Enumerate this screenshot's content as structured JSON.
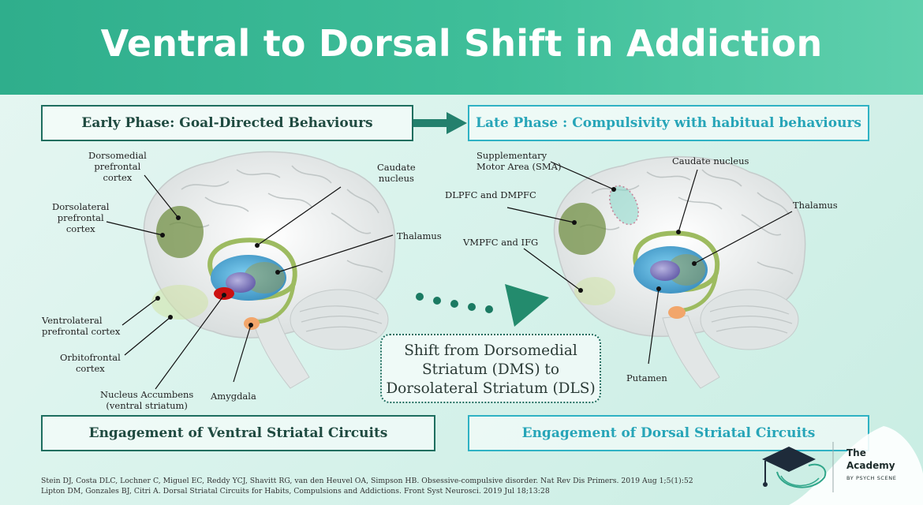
{
  "title": "Ventral to Dorsal Shift in Addiction",
  "early_phase": "Early Phase: Goal-Directed Behaviours",
  "late_phase": "Late Phase : Compulsivity with habitual behaviours",
  "shift_text": [
    "Shift from Dorsomedial",
    "Striatum (DMS) to",
    "Dorsolateral Striatum (DLS)"
  ],
  "engage_ventral": "Engagement of Ventral Striatal Circuits",
  "engage_dorsal": "Engagement of Dorsal Striatal Circuits",
  "left_labels": {
    "dmpfc": [
      "Dorsomedial",
      "prefrontal",
      "cortex"
    ],
    "dlpfc": [
      "Dorsolateral",
      "prefrontal",
      "cortex"
    ],
    "vlpfc": [
      "Ventrolateral",
      "prefrontal cortex"
    ],
    "ofc": [
      "Orbitofrontal",
      "cortex"
    ],
    "nacc": [
      "Nucleus Accumbens",
      "(ventral striatum)"
    ],
    "amygdala": "Amygdala",
    "caudate": [
      "Caudate",
      "nucleus"
    ],
    "thalamus": "Thalamus"
  },
  "right_labels": {
    "sma": [
      "Supplementary",
      "Motor Area (SMA)"
    ],
    "caudate": "Caudate nucleus",
    "dlpfc_dmpfc": "DLPFC and DMPFC",
    "thalamus": "Thalamus",
    "vmpfc_ifg": "VMPFC and IFG",
    "putamen": "Putamen"
  },
  "references": [
    "Stein DJ, Costa DLC, Lochner C, Miguel EC, Reddy YCJ, Shavitt RG, van den Heuvel OA, Simpson HB. Obsessive-compulsive disorder. Nat Rev Dis Primers. 2019 Aug 1;5(1):52",
    "Lipton DM, Gonzales BJ, Citri A. Dorsal Striatal Circuits for Habits, Compulsions and Addictions. Front Syst Neurosci. 2019 Jul 18;13:28"
  ],
  "logo": {
    "line1": "The",
    "line2": "Academy",
    "line3": "BY PSYCH SCENE"
  },
  "colors": {
    "header": "#3fbf9a",
    "dark_border": "#1e6e5f",
    "teal_border": "#2fb2c4",
    "pfc_green": "#6b8a3a",
    "nacc_red": "#cc1111",
    "amygdala_orange": "#f2a66b"
  }
}
